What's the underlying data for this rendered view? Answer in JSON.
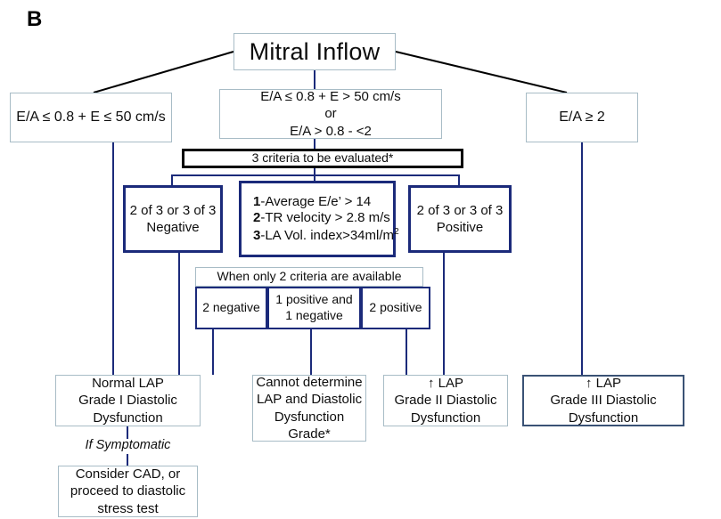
{
  "panel": {
    "label": "B"
  },
  "title": {
    "text": "Mitral Inflow"
  },
  "branches": {
    "left": {
      "text": "E/A ≤ 0.8 + E ≤ 50 cm/s"
    },
    "center": {
      "line1": "E/A ≤ 0.8 + E > 50 cm/s",
      "line2": "or",
      "line3": "E/A > 0.8 - <2"
    },
    "right": {
      "text": "E/A ≥ 2"
    }
  },
  "criteria_header": {
    "text": "3 criteria to be evaluated*"
  },
  "criteria": {
    "items": [
      {
        "num": "1",
        "text": "-Average E/e’ > 14"
      },
      {
        "num": "2",
        "text": "-TR velocity > 2.8 m/s"
      },
      {
        "num": "3",
        "text": "-LA Vol. index>34ml/m",
        "sup": "2"
      }
    ]
  },
  "results": {
    "negative": {
      "line1": "2 of 3 or 3 of 3",
      "line2": "Negative"
    },
    "positive": {
      "line1": "2 of 3 or 3 of 3",
      "line2": "Positive"
    }
  },
  "two_criteria": {
    "header": "When only 2 criteria are available",
    "options": [
      {
        "line1": "2 negative",
        "line2": ""
      },
      {
        "line1": "1 positive and",
        "line2": "1 negative"
      },
      {
        "line1": "2 positive",
        "line2": ""
      }
    ]
  },
  "outcomes": {
    "normal": {
      "line1": "Normal  LAP",
      "line2": "Grade I Diastolic",
      "line3": "Dysfunction"
    },
    "cannot": {
      "line1": "Cannot determine",
      "line2": "LAP and Diastolic",
      "line3": "Dysfunction",
      "line4": "Grade*"
    },
    "grade2": {
      "line1": "↑ LAP",
      "line2": "Grade II Diastolic",
      "line3": "Dysfunction"
    },
    "grade3": {
      "line1": "↑ LAP",
      "line2": "Grade III Diastolic",
      "line3": "Dysfunction"
    }
  },
  "symptomatic": {
    "label": "If Symptomatic"
  },
  "cad": {
    "line1": "Consider CAD, or",
    "line2": "proceed to diastolic",
    "line3": "stress  test"
  },
  "colors": {
    "navy": "#1b2a7a",
    "light_border": "#a8bcc6",
    "steel_border": "#3a5275",
    "black": "#000000",
    "text": "#0d0d0d"
  }
}
